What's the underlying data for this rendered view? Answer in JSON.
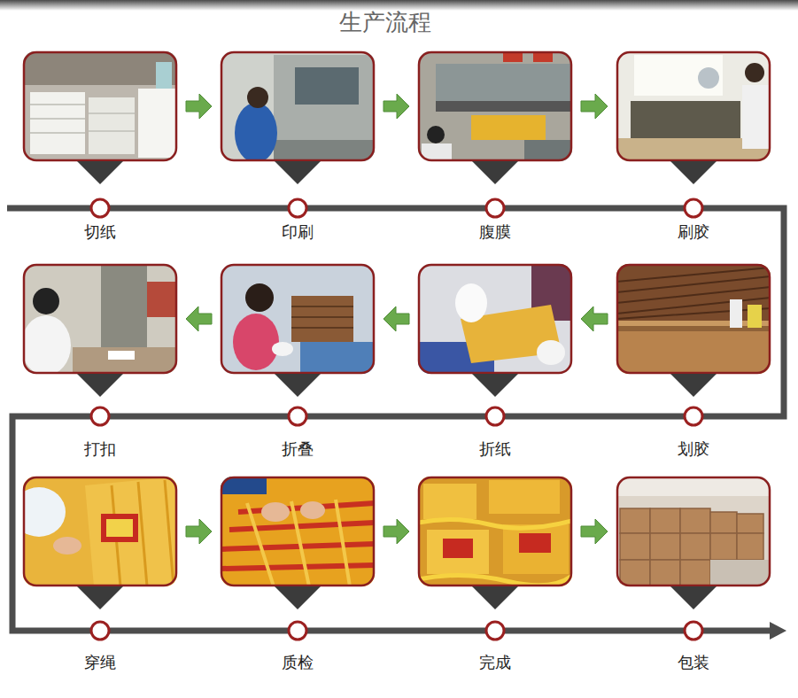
{
  "diagram": {
    "title": "生产流程",
    "nodes": [
      {
        "text": [
          "切纸"
        ]
      },
      {
        "text": [
          "印刷"
        ]
      },
      {
        "text": [
          "腹膜"
        ]
      },
      {
        "text": [
          "刷胶"
        ]
      },
      {
        "text": [
          "划胶"
        ]
      },
      {
        "text": [
          "折纸"
        ]
      },
      {
        "text": [
          "折叠"
        ]
      },
      {
        "text": [
          "打扣"
        ]
      },
      {
        "text": [
          "穿绳"
        ]
      },
      {
        "text": [
          "质检"
        ]
      },
      {
        "text": [
          "完成"
        ]
      },
      {
        "text": [
          "包装"
        ]
      }
    ],
    "edges": [
      {
        "from": 0,
        "to": 1,
        "arrow": "to"
      },
      {
        "from": 1,
        "to": 2,
        "arrow": "to"
      },
      {
        "from": 2,
        "to": 3,
        "arrow": "to"
      },
      {
        "from": 3,
        "to": 4,
        "arrow": "none"
      },
      {
        "from": 4,
        "to": 5,
        "arrow": "to"
      },
      {
        "from": 5,
        "to": 6,
        "arrow": "to"
      },
      {
        "from": 6,
        "to": 7,
        "arrow": "to"
      },
      {
        "from": 7,
        "to": 8,
        "arrow": "none"
      },
      {
        "from": 8,
        "to": 9,
        "arrow": "to"
      },
      {
        "from": 9,
        "to": 10,
        "arrow": "to"
      },
      {
        "from": 10,
        "to": 11,
        "arrow": "to"
      }
    ]
  }
}
